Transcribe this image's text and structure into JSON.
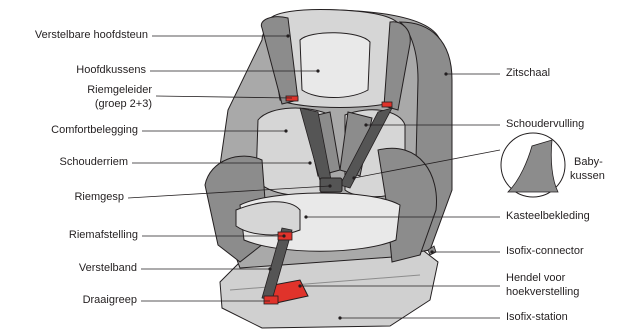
{
  "labels_left": [
    {
      "id": "headrest",
      "text": "Verstelbare hoofdsteun"
    },
    {
      "id": "head-cushion",
      "text": "Hoofdkussens"
    },
    {
      "id": "belt-guide",
      "text": "Riemgeleider"
    },
    {
      "id": "belt-guide-group",
      "text": "(groep 2+3)"
    },
    {
      "id": "comfort-cover",
      "text": "Comfortbelegging"
    },
    {
      "id": "shoulder-strap",
      "text": "Schouderriem"
    },
    {
      "id": "buckle",
      "text": "Riemgesp"
    },
    {
      "id": "belt-adjust",
      "text": "Riemafstelling"
    },
    {
      "id": "adjust-strap",
      "text": "Verstelband"
    },
    {
      "id": "rotate-handle",
      "text": "Draaigreep"
    }
  ],
  "labels_right": [
    {
      "id": "seat-shell",
      "text": "Zitschaal"
    },
    {
      "id": "shoulder-pad",
      "text": "Schoudervulling"
    },
    {
      "id": "baby-cushion-1",
      "text": "Baby-"
    },
    {
      "id": "baby-cushion-2",
      "text": "kussen"
    },
    {
      "id": "castle-cover",
      "text": "Kasteelbekleding"
    },
    {
      "id": "isofix-connector",
      "text": "Isofix-connector"
    },
    {
      "id": "recline-lever-1",
      "text": "Hendel voor"
    },
    {
      "id": "recline-lever-2",
      "text": "hoekverstelling"
    },
    {
      "id": "isofix-station",
      "text": "Isofix-station"
    }
  ],
  "colors": {
    "shell_dark": "#8c8c8c",
    "shell_mid": "#a9a9a9",
    "cushion_light": "#d6d6d6",
    "cushion_pale": "#e9e9e9",
    "lever_red": "#e0332b",
    "line": "#231f20"
  }
}
